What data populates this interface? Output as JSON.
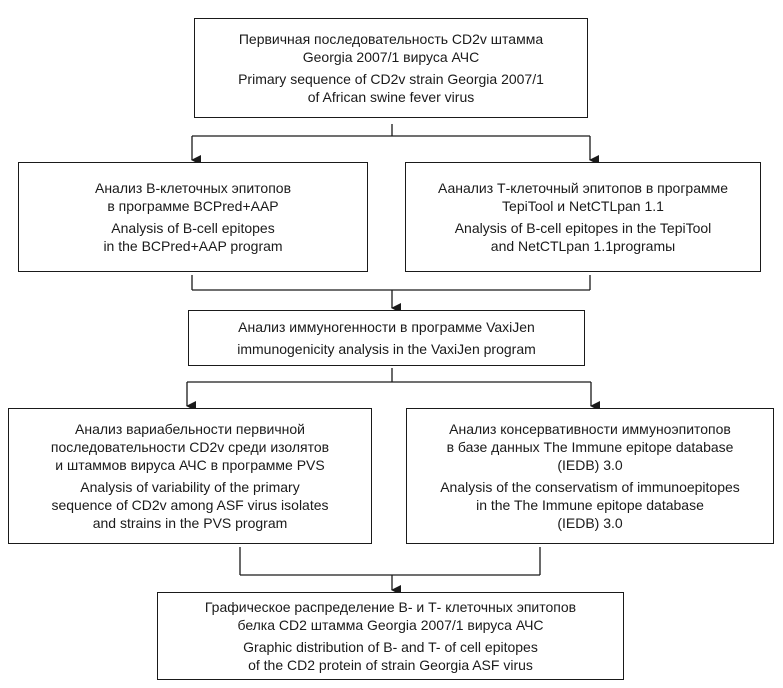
{
  "boxes": {
    "primary": {
      "ru": "Первичная последовательность CD2v штамма\nGeorgia 2007/1 вируса АЧС",
      "en": "Primary sequence of CD2v strain Georgia 2007/1\nof African swine fever virus"
    },
    "b_cell": {
      "ru": "Анализ B-клеточных эпитопов\nв программе BCPred+AAP",
      "en": "Analysis of B-cell epitopes\nin the BCPred+AAP program"
    },
    "t_cell": {
      "ru": "Аанализ Т-клеточный эпитопов в программе\nTepiTool и NetCTLpan 1.1",
      "en": "Analysis of B-cell epitopes in the TepiTool\nand NetCTLpan 1.1programы"
    },
    "immunogenicity": {
      "ru": "Анализ иммуногенности в программе VaxiJen",
      "en": "immunogenicity analysis in the VaxiJen program"
    },
    "variability": {
      "ru": "Анализ вариабельности первичной\nпоследовательности CD2v среди изолятов\nи штаммов вируса АЧС в программе PVS",
      "en": "Analysis of variability of the primary\nsequence of CD2v among ASF virus isolates\nand strains in the PVS program"
    },
    "conservation": {
      "ru": "Анализ консервативности иммуноэпитопов\nв базе данных The Immune epitope database\n(IEDB) 3.0",
      "en": "Analysis of the conservatism of immunoepitopes\nin the The Immune epitope database\n(IEDB) 3.0"
    },
    "distribution": {
      "ru": "Графическое распределение B- и Т- клеточных эпитопов\nбелка CD2 штамма Georgia 2007/1 вируса АЧС",
      "en": "Graphic distribution of B- and T- of cell epitopes\nof the CD2 protein of strain Georgia ASF virus"
    }
  }
}
